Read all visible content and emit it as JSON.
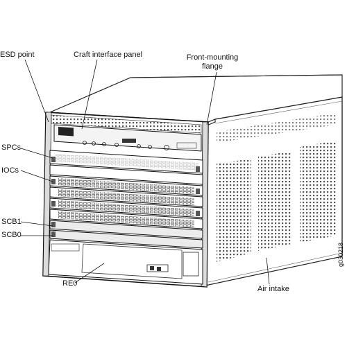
{
  "labels": {
    "esd_point": "ESD point",
    "craft_panel": "Craft interface panel",
    "front_flange_1": "Front-mounting",
    "front_flange_2": "flange",
    "spcs": "SPCs",
    "iocs": "IOCs",
    "scb1": "SCB1",
    "scb0": "SCB0",
    "re0": "RE0",
    "air_intake": "Air intake"
  },
  "figure_id": "g030218"
}
